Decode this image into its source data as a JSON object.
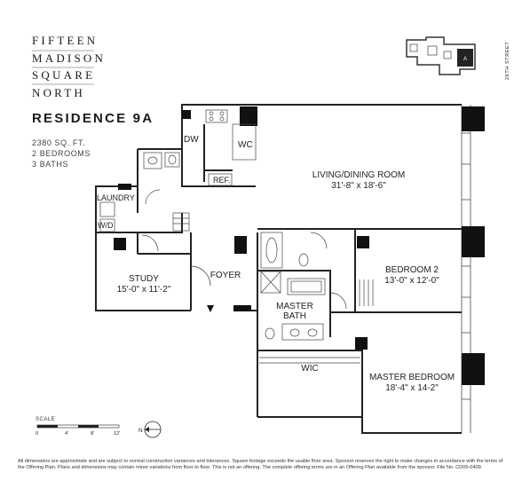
{
  "brand": {
    "line1": "FIFTEEN",
    "line2": "MADISON",
    "line3": "SQUARE",
    "line4": "NORTH"
  },
  "residence": {
    "title": "RESIDENCE 9A",
    "sqft": "2380 SQ. FT.",
    "bedrooms": "2 BEDROOMS",
    "baths": "3 BATHS"
  },
  "keyplan": {
    "street": "26TH STREET",
    "unit_marker": "A"
  },
  "rooms": {
    "dw": "DW",
    "wc": "WC",
    "ref": "REF.",
    "laundry": "LAUNDRY",
    "wd": "W/D",
    "living_name": "LIVING/DINING ROOM",
    "living_dims": "31'-8\" x 18'-6\"",
    "bedroom2_name": "BEDROOM 2",
    "bedroom2_dims": "13'-0\" x 12'-0\"",
    "study_name": "STUDY",
    "study_dims": "15'-0\" x 11'-2\"",
    "foyer": "FOYER",
    "master_bath_1": "MASTER",
    "master_bath_2": "BATH",
    "wic": "WIC",
    "master_bed_name": "MASTER BEDROOM",
    "master_bed_dims": "18'-4\" x 14-2\""
  },
  "scale": {
    "label": "SCALE",
    "t0": "0",
    "t4": "4'",
    "t8": "8'",
    "t12": "12'",
    "north": "N"
  },
  "disclaimer": "All dimensions are approximate and are subject to normal construction variances and tolerances. Square footage exceeds the usable floor area. Sponsor reserves the right to make changes in accordance with the terms of the Offering Plan. Plans and dimensions may contain minor variations from floor to floor. This is not an offering. The complete offering terms are in an Offering Plan available from the sponsor. File No. CD05-0409."
}
